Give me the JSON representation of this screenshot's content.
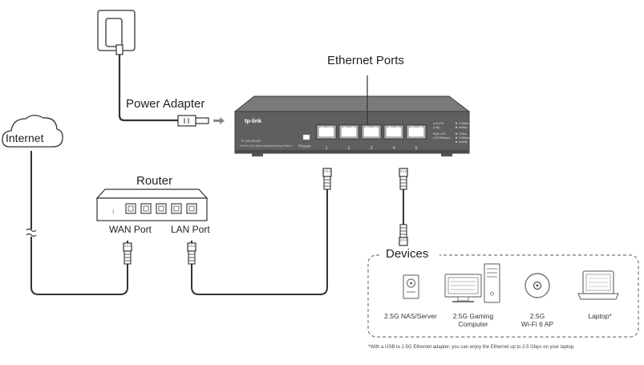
{
  "labels": {
    "ethernet_ports": "Ethernet Ports",
    "power_adapter": "Power Adapter",
    "internet": "Internet",
    "router": "Router",
    "wan_port": "WAN Port",
    "lan_port": "LAN Port",
    "devices": "Devices"
  },
  "switch": {
    "brand": "tp-link",
    "model": "TL-SG105-M2",
    "description": "5-Port 2.5G Multi-Gigabit Desktop Switch",
    "power_label": "Power",
    "port_numbers": [
      "1",
      "2",
      "3",
      "4",
      "5"
    ],
    "led_legend": {
      "left_led_title": "Left LED\n(Link)",
      "left_led_items": [
        "2.5Gbps",
        "Activity"
      ],
      "right_led_title": "Right LED\n(10/100Mbps)",
      "right_led_items": [
        "1Gbps",
        "100Mbps",
        "Activity"
      ]
    }
  },
  "devices": [
    {
      "icon": "nas-icon",
      "label_lines": [
        "2.5G NAS/Server"
      ]
    },
    {
      "icon": "gaming-computer-icon",
      "label_lines": [
        "2.5G Gaming",
        "Computer"
      ]
    },
    {
      "icon": "wifi-ap-icon",
      "label_lines": [
        "2.5G",
        "Wi-Fi 6 AP"
      ]
    },
    {
      "icon": "laptop-icon",
      "label_lines": [
        "Laptop*"
      ]
    }
  ],
  "footnote": "*With a USB to 2.5G Ethernet adapter, you can enjoy the Ethernet up to 2.5 Gbps on your laptop.",
  "colors": {
    "line": "#333333",
    "device_gray": "#888888",
    "switch_body": "#5f5f5f",
    "switch_top": "#7a7a7a"
  }
}
